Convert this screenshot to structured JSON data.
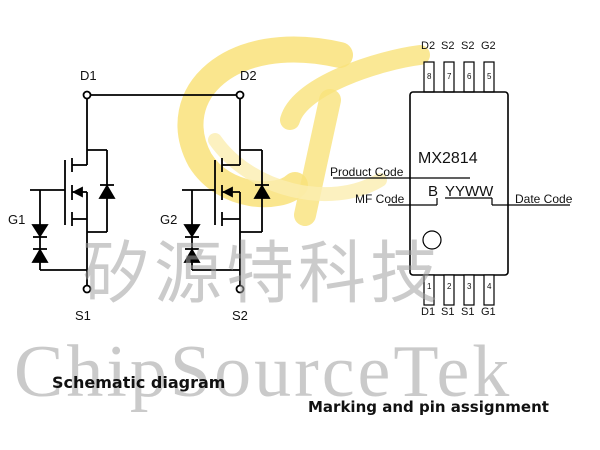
{
  "watermark": {
    "logo": "ST",
    "chinese": "矽源特科技",
    "english": "ChipSourceTek"
  },
  "schematic": {
    "caption": "Schematic diagram",
    "d1": "D1",
    "d2": "D2",
    "g1": "G1",
    "g2": "G2",
    "s1": "S1",
    "s2": "S2"
  },
  "package": {
    "caption": "Marking and pin assignment",
    "top_pins": [
      {
        "name": "D2",
        "num": "8"
      },
      {
        "name": "S2",
        "num": "7"
      },
      {
        "name": "S2",
        "num": "6"
      },
      {
        "name": "G2",
        "num": "5"
      }
    ],
    "bottom_pins": [
      {
        "name": "D1",
        "num": "1"
      },
      {
        "name": "S1",
        "num": "2"
      },
      {
        "name": "S1",
        "num": "3"
      },
      {
        "name": "G1",
        "num": "4"
      }
    ],
    "marking_line1": "MX2814",
    "marking_b": "B",
    "marking_date": "YYWW",
    "product_code_label": "Product Code",
    "mf_code_label": "MF Code",
    "date_code_label": "Date Code"
  },
  "colors": {
    "line": "#000000",
    "logo_yellow": "#f7e070",
    "watermark_gray": "#999999"
  }
}
